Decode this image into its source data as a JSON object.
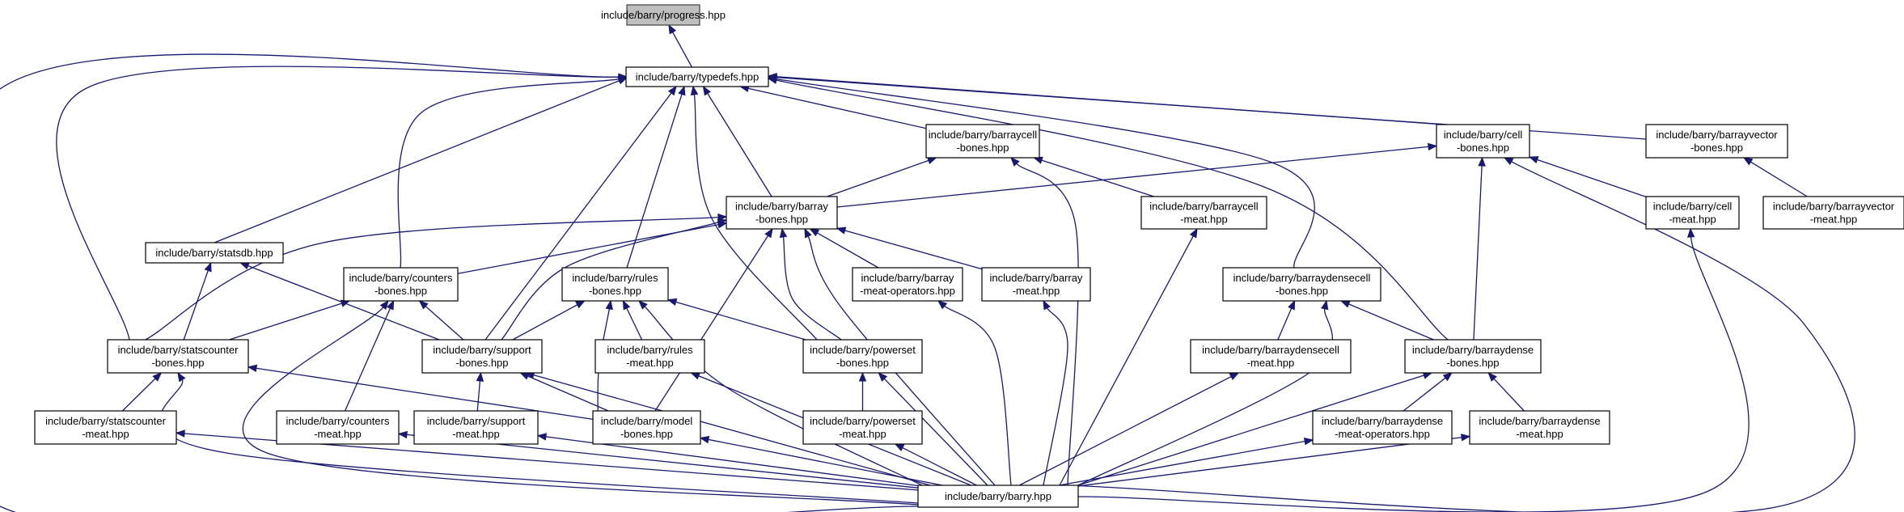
{
  "diagram": {
    "root_fill": "#bfbfbf",
    "edge_color": "#191970",
    "nodes": [
      {
        "id": "progress",
        "lines": [
          "include/barry/progress.hpp"
        ],
        "root": true
      },
      {
        "id": "typedefs",
        "lines": [
          "include/barry/typedefs.hpp"
        ]
      },
      {
        "id": "barraycell_bones",
        "lines": [
          "include/barry/barraycell",
          "-bones.hpp"
        ]
      },
      {
        "id": "cell_bones",
        "lines": [
          "include/barry/cell",
          "-bones.hpp"
        ]
      },
      {
        "id": "barrayvector_bones",
        "lines": [
          "include/barry/barrayvector",
          "-bones.hpp"
        ]
      },
      {
        "id": "barray_bones",
        "lines": [
          "include/barry/barray",
          "-bones.hpp"
        ]
      },
      {
        "id": "barraycell_meat",
        "lines": [
          "include/barry/barraycell",
          "-meat.hpp"
        ]
      },
      {
        "id": "cell_meat",
        "lines": [
          "include/barry/cell",
          "-meat.hpp"
        ]
      },
      {
        "id": "barrayvector_meat",
        "lines": [
          "include/barry/barrayvector",
          "-meat.hpp"
        ]
      },
      {
        "id": "statsdb",
        "lines": [
          "include/barry/statsdb.hpp"
        ]
      },
      {
        "id": "counters_bones",
        "lines": [
          "include/barry/counters",
          "-bones.hpp"
        ]
      },
      {
        "id": "rules_bones",
        "lines": [
          "include/barry/rules",
          "-bones.hpp"
        ]
      },
      {
        "id": "barray_meat_operators",
        "lines": [
          "include/barry/barray",
          "-meat-operators.hpp"
        ]
      },
      {
        "id": "barray_meat",
        "lines": [
          "include/barry/barray",
          "-meat.hpp"
        ]
      },
      {
        "id": "barraydensecell_bones",
        "lines": [
          "include/barry/barraydensecell",
          "-bones.hpp"
        ]
      },
      {
        "id": "statscounter_bones",
        "lines": [
          "include/barry/statscounter",
          "-bones.hpp"
        ]
      },
      {
        "id": "support_bones",
        "lines": [
          "include/barry/support",
          "-bones.hpp"
        ]
      },
      {
        "id": "rules_meat",
        "lines": [
          "include/barry/rules",
          "-meat.hpp"
        ]
      },
      {
        "id": "powerset_bones",
        "lines": [
          "include/barry/powerset",
          "-bones.hpp"
        ]
      },
      {
        "id": "barraydensecell_meat",
        "lines": [
          "include/barry/barraydensecell",
          "-meat.hpp"
        ]
      },
      {
        "id": "barraydense_bones",
        "lines": [
          "include/barry/barraydense",
          "-bones.hpp"
        ]
      },
      {
        "id": "statscounter_meat",
        "lines": [
          "include/barry/statscounter",
          "-meat.hpp"
        ]
      },
      {
        "id": "counters_meat",
        "lines": [
          "include/barry/counters",
          "-meat.hpp"
        ]
      },
      {
        "id": "support_meat",
        "lines": [
          "include/barry/support",
          "-meat.hpp"
        ]
      },
      {
        "id": "model_bones",
        "lines": [
          "include/barry/model",
          "-bones.hpp"
        ]
      },
      {
        "id": "powerset_meat",
        "lines": [
          "include/barry/powerset",
          "-meat.hpp"
        ]
      },
      {
        "id": "barraydense_meat_operators",
        "lines": [
          "include/barry/barraydense",
          "-meat-operators.hpp"
        ]
      },
      {
        "id": "barraydense_meat",
        "lines": [
          "include/barry/barraydense",
          "-meat.hpp"
        ]
      },
      {
        "id": "barry",
        "lines": [
          "include/barry/barry.hpp"
        ]
      }
    ],
    "edges": [
      {
        "from": "typedefs",
        "to": "progress"
      },
      {
        "from": "barry",
        "to": "typedefs"
      },
      {
        "from": "barraycell_bones",
        "to": "typedefs"
      },
      {
        "from": "cell_bones",
        "to": "typedefs"
      },
      {
        "from": "barrayvector_bones",
        "to": "typedefs"
      },
      {
        "from": "barray_bones",
        "to": "typedefs"
      },
      {
        "from": "statsdb",
        "to": "typedefs"
      },
      {
        "from": "counters_bones",
        "to": "typedefs"
      },
      {
        "from": "rules_bones",
        "to": "typedefs"
      },
      {
        "from": "statscounter_bones",
        "to": "typedefs"
      },
      {
        "from": "support_bones",
        "to": "typedefs"
      },
      {
        "from": "powerset_bones",
        "to": "typedefs"
      },
      {
        "from": "barraydensecell_bones",
        "to": "typedefs"
      },
      {
        "from": "barraydense_bones",
        "to": "typedefs"
      },
      {
        "from": "barray_bones",
        "to": "barraycell_bones"
      },
      {
        "from": "barraycell_meat",
        "to": "barraycell_bones"
      },
      {
        "from": "barry",
        "to": "barraycell_bones"
      },
      {
        "from": "barray_bones",
        "to": "cell_bones"
      },
      {
        "from": "cell_meat",
        "to": "cell_bones"
      },
      {
        "from": "barraydense_bones",
        "to": "cell_bones"
      },
      {
        "from": "barry",
        "to": "cell_bones"
      },
      {
        "from": "barrayvector_meat",
        "to": "barrayvector_bones"
      },
      {
        "from": "statscounter_bones",
        "to": "barray_bones"
      },
      {
        "from": "counters_bones",
        "to": "barray_bones"
      },
      {
        "from": "support_bones",
        "to": "barray_bones"
      },
      {
        "from": "model_bones",
        "to": "barray_bones"
      },
      {
        "from": "powerset_bones",
        "to": "barray_bones"
      },
      {
        "from": "barray_meat_operators",
        "to": "barray_bones"
      },
      {
        "from": "barray_meat",
        "to": "barray_bones"
      },
      {
        "from": "barry",
        "to": "barray_bones"
      },
      {
        "from": "barry",
        "to": "barraycell_meat"
      },
      {
        "from": "barry",
        "to": "cell_meat"
      },
      {
        "from": "statscounter_bones",
        "to": "statsdb"
      },
      {
        "from": "support_bones",
        "to": "statsdb"
      },
      {
        "from": "statscounter_bones",
        "to": "counters_bones"
      },
      {
        "from": "support_bones",
        "to": "counters_bones"
      },
      {
        "from": "counters_meat",
        "to": "counters_bones"
      },
      {
        "from": "barry",
        "to": "counters_bones"
      },
      {
        "from": "support_bones",
        "to": "rules_bones"
      },
      {
        "from": "rules_meat",
        "to": "rules_bones"
      },
      {
        "from": "model_bones",
        "to": "rules_bones"
      },
      {
        "from": "powerset_bones",
        "to": "rules_bones"
      },
      {
        "from": "barry",
        "to": "rules_bones"
      },
      {
        "from": "barry",
        "to": "barray_meat_operators"
      },
      {
        "from": "barry",
        "to": "barray_meat"
      },
      {
        "from": "barraydensecell_meat",
        "to": "barraydensecell_bones"
      },
      {
        "from": "barraydense_bones",
        "to": "barraydensecell_bones"
      },
      {
        "from": "barry",
        "to": "barraydensecell_bones"
      },
      {
        "from": "statscounter_meat",
        "to": "statscounter_bones"
      },
      {
        "from": "model_bones",
        "to": "statscounter_bones"
      },
      {
        "from": "barry",
        "to": "statscounter_bones"
      },
      {
        "from": "support_meat",
        "to": "support_bones"
      },
      {
        "from": "model_bones",
        "to": "support_bones"
      },
      {
        "from": "barry",
        "to": "support_bones"
      },
      {
        "from": "barry",
        "to": "rules_meat"
      },
      {
        "from": "powerset_meat",
        "to": "powerset_bones"
      },
      {
        "from": "barry",
        "to": "powerset_bones"
      },
      {
        "from": "barry",
        "to": "barraydensecell_meat"
      },
      {
        "from": "barraydense_meat_operators",
        "to": "barraydense_bones"
      },
      {
        "from": "barraydense_meat",
        "to": "barraydense_bones"
      },
      {
        "from": "barry",
        "to": "barraydense_bones"
      },
      {
        "from": "barry",
        "to": "statscounter_meat"
      },
      {
        "from": "barry",
        "to": "counters_meat"
      },
      {
        "from": "barry",
        "to": "support_meat"
      },
      {
        "from": "barry",
        "to": "model_bones"
      },
      {
        "from": "barry",
        "to": "powerset_meat"
      },
      {
        "from": "barry",
        "to": "barraydense_meat_operators"
      },
      {
        "from": "barry",
        "to": "barraydense_meat"
      }
    ]
  }
}
